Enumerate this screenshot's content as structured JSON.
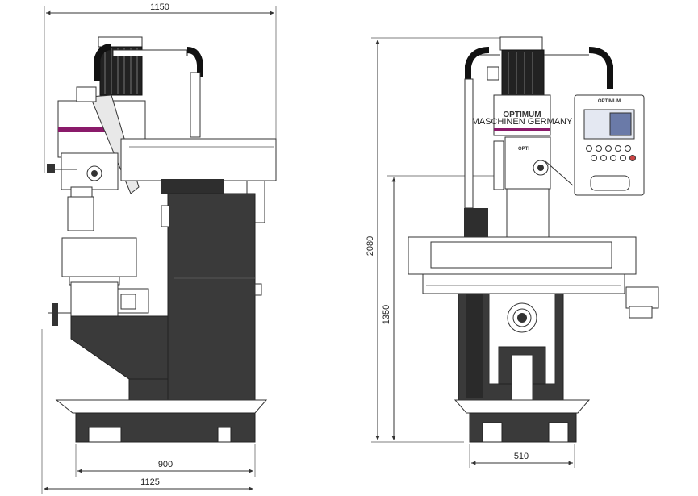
{
  "dimensions": {
    "side_width": "1150",
    "side_depth_base": "900",
    "side_depth_total": "1125",
    "front_height_total": "2080",
    "front_table_height": "1350",
    "front_base_width": "510"
  },
  "labels": {
    "brand": "OPTIMUM",
    "brand_sub": "MASCHINEN  GERMANY",
    "head_badge": "OPTI",
    "panel_brand": "OPTIMUM"
  },
  "colors": {
    "accent_stripe": "#8a1a6a",
    "machine_body": "#3a3a3a",
    "panel_screen": "#6a7aa8"
  }
}
